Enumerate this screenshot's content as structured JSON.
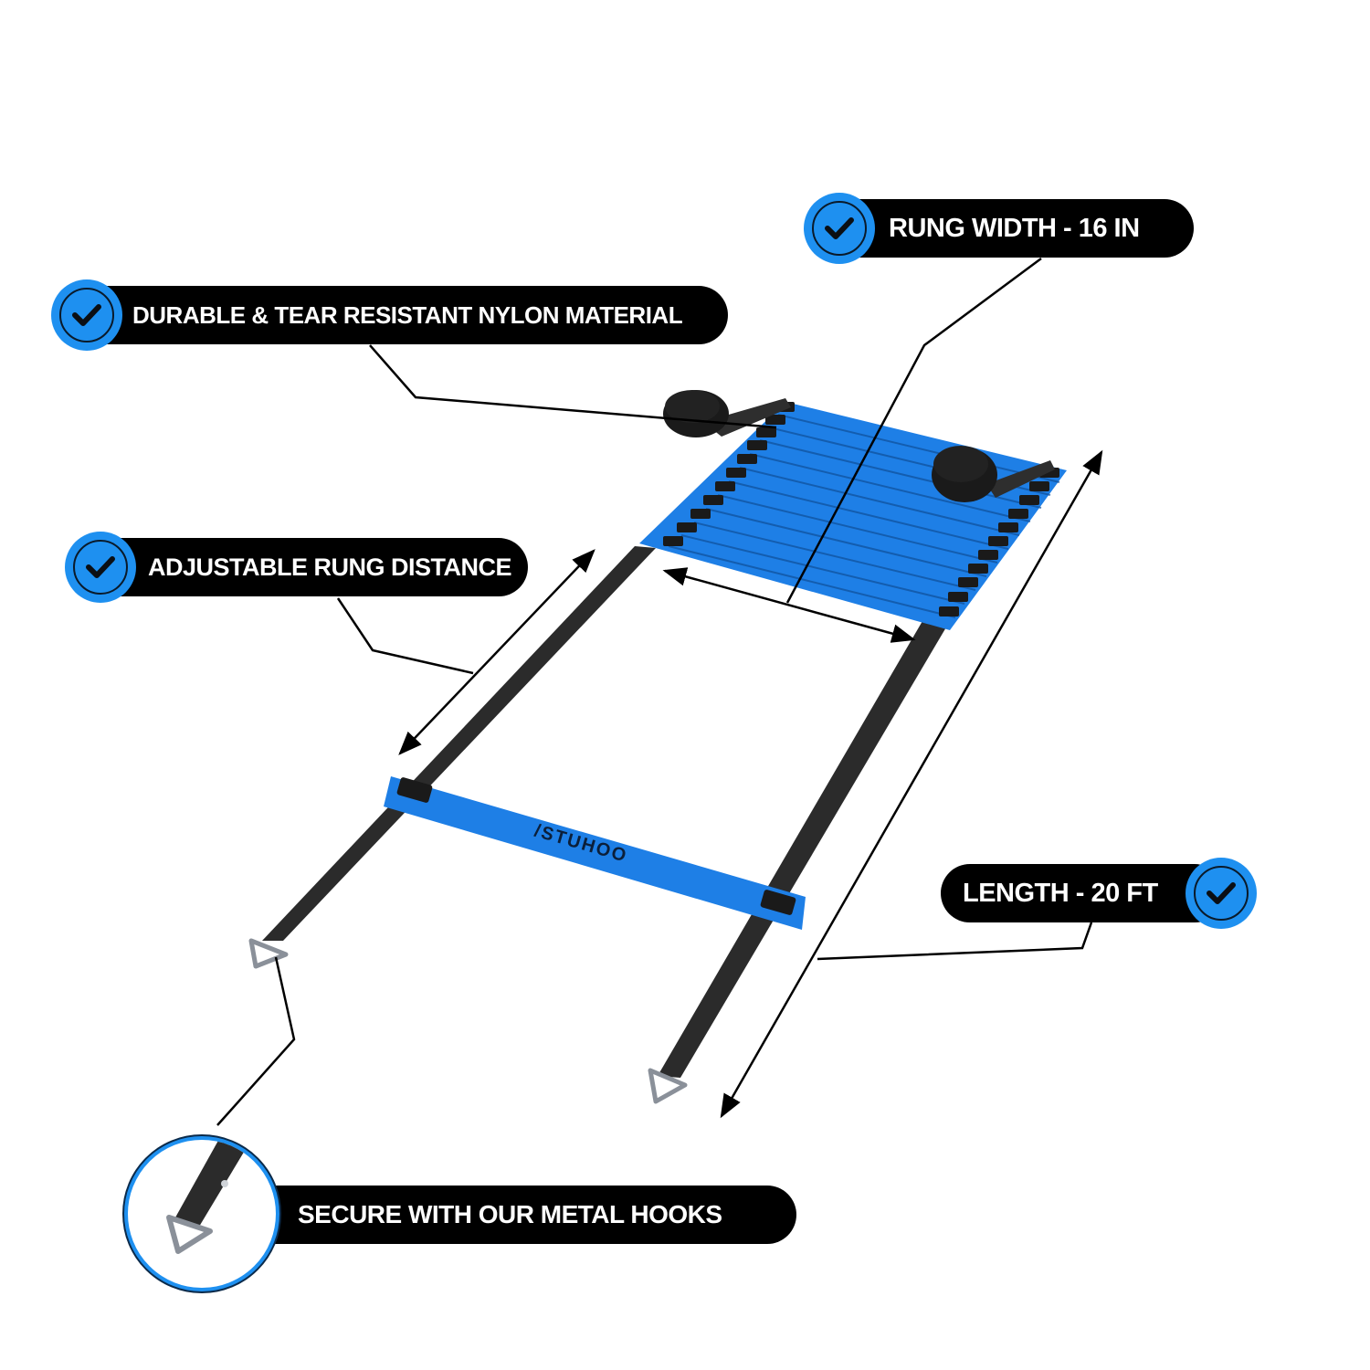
{
  "product": {
    "brand": "STUHOO",
    "item": "agility ladder",
    "rung_count_stacked": 12,
    "colors": {
      "rung_blue": "#1e7fe6",
      "strap_black": "#2a2a2a",
      "accent_blue": "#1e90f0",
      "pill_black": "#000000"
    }
  },
  "callouts": {
    "rung_width": {
      "label": "RUNG WIDTH - 16 IN",
      "icon": "check-circle-icon"
    },
    "material": {
      "label": "DURABLE & TEAR RESISTANT NYLON MATERIAL",
      "icon": "check-circle-icon"
    },
    "rung_distance": {
      "label": "ADJUSTABLE RUNG DISTANCE",
      "icon": "check-circle-icon"
    },
    "length": {
      "label": "LENGTH - 20 FT",
      "icon": "check-circle-icon"
    },
    "hooks": {
      "label": "SECURE WITH OUR METAL HOOKS",
      "icon": "metal-hook-closeup"
    }
  }
}
